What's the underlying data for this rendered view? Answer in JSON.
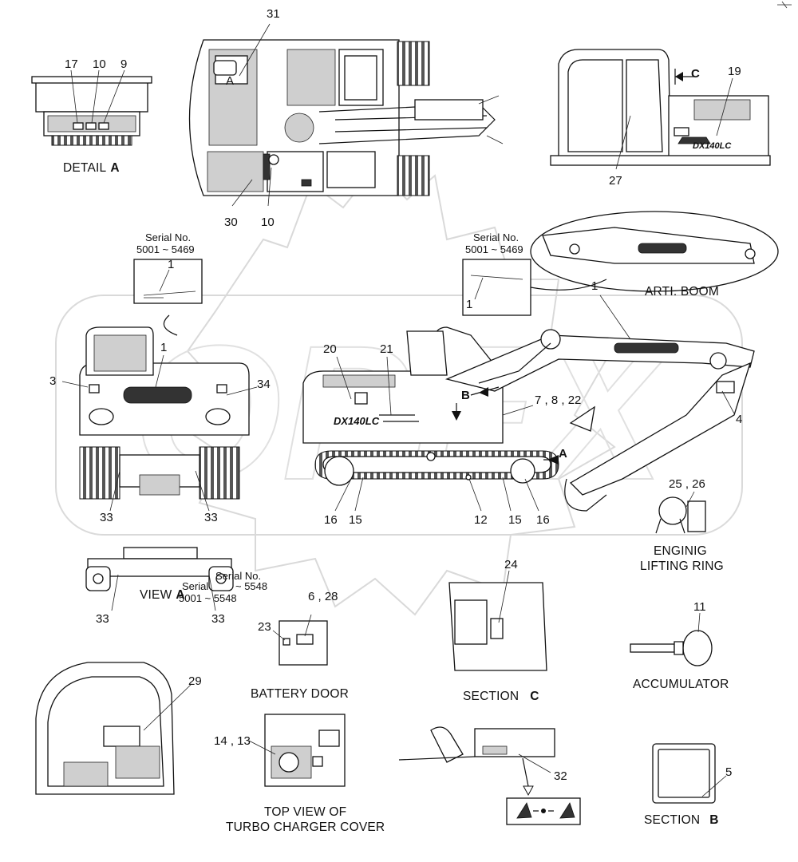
{
  "watermark": "OPEX",
  "captions": {
    "detail_a": "DETAIL",
    "detail_a_letter": "A",
    "arti_boom": "ARTI. BOOM",
    "view_a": "VIEW",
    "view_a_letter": "A",
    "engine_ring_1": "ENGINIG",
    "engine_ring_2": "LIFTING RING",
    "battery_door": "BATTERY DOOR",
    "section_c": "SECTION",
    "section_c_letter": "C",
    "accumulator": "ACCUMULATOR",
    "turbo_1": "TOP VIEW OF",
    "turbo_2": "TURBO CHARGER COVER",
    "section_b": "SECTION",
    "section_b_letter": "B"
  },
  "serial_notes": {
    "left_title": "Serial No.",
    "left_range": "5001 ~ 5469",
    "mid_title": "Serial No.",
    "mid_range": "5001 ~ 5469",
    "view_title": "Serial No.",
    "view_range_left": "5001 ~ 5548",
    "view_range_right": "~ 5548",
    "view_prefix": "Serial"
  },
  "view_arrows": {
    "c": "C",
    "b": "B",
    "a": "A",
    "a_small": "A"
  },
  "callouts": {
    "n31": "31",
    "n17": "17",
    "n10a": "10",
    "n9": "9",
    "n30": "30",
    "n10b": "10",
    "n19": "19",
    "n27": "27",
    "n1_left": "1",
    "n1_mid": "1",
    "n1_boom": "1",
    "n1_front": "1",
    "n3": "3",
    "n34": "34",
    "n33a": "33",
    "n33b": "33",
    "n20": "20",
    "n21": "21",
    "n7822": "7 , 8 , 22",
    "n4": "4",
    "n16a": "16",
    "n15a": "15",
    "n12": "12",
    "n15b": "15",
    "n16b": "16",
    "n2526": "25 , 26",
    "n33c": "33",
    "n33d": "33",
    "n24": "24",
    "n11": "11",
    "n23": "23",
    "n628": "6 , 28",
    "n29": "29",
    "n1413": "14 , 13",
    "n32": "32",
    "n5": "5"
  },
  "model_badge": "DX140LC"
}
